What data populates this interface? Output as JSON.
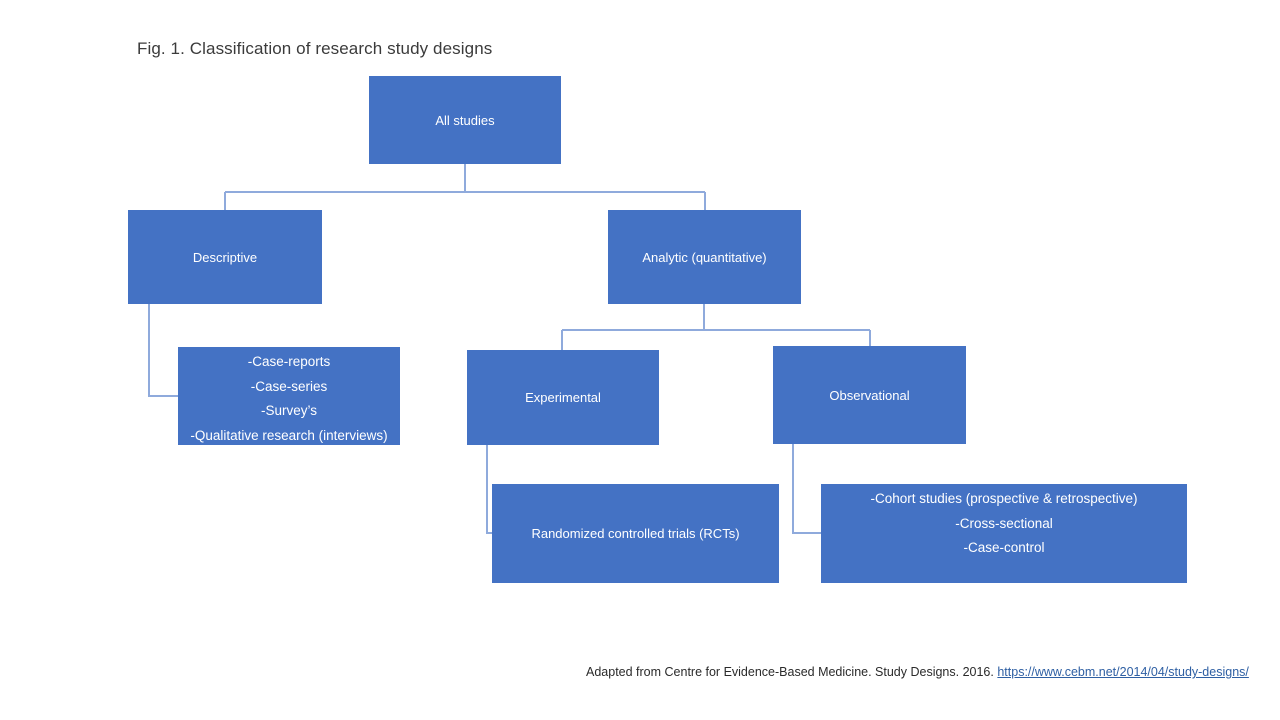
{
  "figure": {
    "title": "Fig. 1. Classification of research study designs",
    "box_fill_color": "#4472C4",
    "box_text_color": "#FFFFFF",
    "connector_color": "#8FAADC",
    "background_color": "#FFFFFF"
  },
  "nodes": {
    "all_studies": "All studies",
    "descriptive": "Descriptive",
    "analytic": "Analytic (quantitative)",
    "experimental": "Experimental",
    "observational": "Observational",
    "rct": "Randomized controlled trials (RCTs)"
  },
  "descriptive_list": [
    "-Case-reports",
    "-Case-series",
    "-Survey’s",
    "-Qualitative research (interviews)"
  ],
  "observational_list": [
    "-Cohort studies (prospective & retrospective)",
    "-Cross-sectional",
    "-Case-control"
  ],
  "citation": {
    "text": "Adapted from Centre for Evidence-Based Medicine. Study Designs. 2016. ",
    "url": "https://www.cebm.net/2014/04/study-designs/",
    "url_color": "#2E5FA3"
  },
  "chart_data": {
    "type": "diagram",
    "title": "Fig. 1. Classification of research study designs",
    "structure": "tree",
    "levels": [
      {
        "level": 1,
        "nodes": [
          "All studies"
        ]
      },
      {
        "level": 2,
        "nodes": [
          "Descriptive",
          "Analytic (quantitative)"
        ]
      },
      {
        "level": 3,
        "nodes": [
          "-Case-reports / -Case-series / -Survey’s / -Qualitative research (interviews)",
          "Experimental",
          "Observational"
        ]
      },
      {
        "level": 4,
        "nodes": [
          "Randomized controlled trials (RCTs)",
          "-Cohort studies (prospective & retrospective) / -Cross-sectional / -Case-control"
        ]
      }
    ],
    "edges": [
      {
        "from": "All studies",
        "to": "Descriptive"
      },
      {
        "from": "All studies",
        "to": "Analytic (quantitative)"
      },
      {
        "from": "Descriptive",
        "to": "Descriptive examples"
      },
      {
        "from": "Analytic (quantitative)",
        "to": "Experimental"
      },
      {
        "from": "Analytic (quantitative)",
        "to": "Observational"
      },
      {
        "from": "Experimental",
        "to": "Randomized controlled trials (RCTs)"
      },
      {
        "from": "Observational",
        "to": "Observational examples"
      }
    ]
  }
}
